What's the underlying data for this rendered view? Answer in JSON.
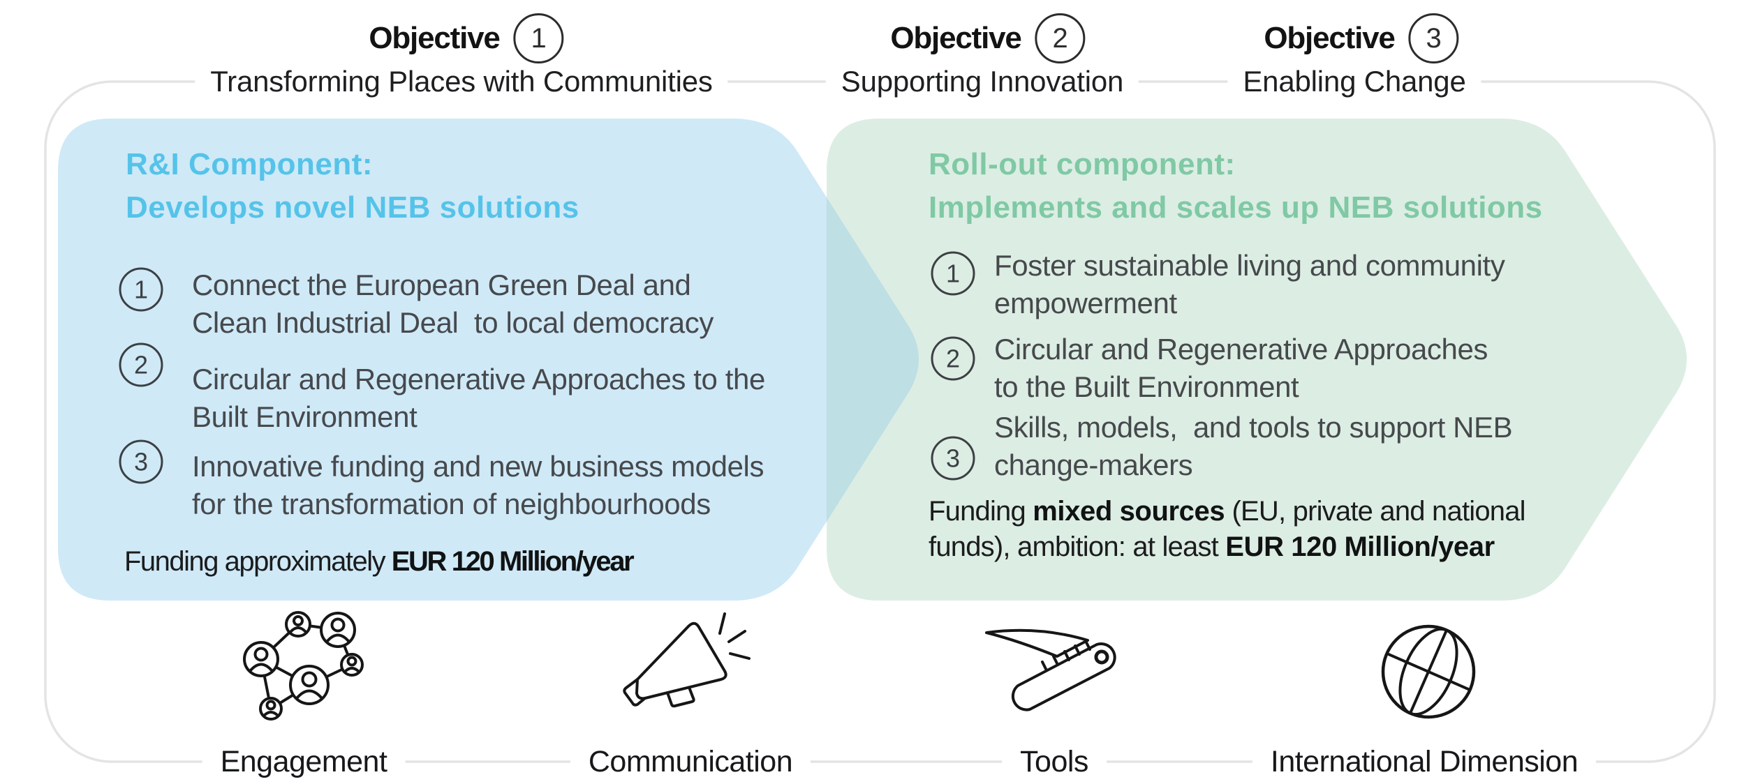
{
  "objectives": [
    {
      "label": "Objective",
      "number": "1",
      "subtitle": "Transforming Places with Communities"
    },
    {
      "label": "Objective",
      "number": "2",
      "subtitle": "Supporting Innovation"
    },
    {
      "label": "Objective",
      "number": "3",
      "subtitle": "Enabling Change"
    }
  ],
  "blue_box": {
    "heading_line1": "R&I Component:",
    "heading_line2": "Develops novel NEB solutions",
    "heading_color": "#55c3e9",
    "fill_color": "#cfe9f7",
    "items": [
      {
        "number": "1",
        "lines": [
          "Connect the European Green Deal and",
          "Clean Industrial Deal  to local democracy"
        ]
      },
      {
        "number": "2",
        "lines": [
          "Circular and Regenerative Approaches to the",
          "Built Environment"
        ]
      },
      {
        "number": "3",
        "lines": [
          "Innovative funding and new business models",
          "for the transformation of neighbourhoods"
        ]
      }
    ],
    "funding_prefix": "Funding approximately ",
    "funding_bold": "EUR 120 Million/year"
  },
  "green_box": {
    "heading_line1": "Roll-out component:",
    "heading_line2": "Implements and scales up NEB solutions",
    "heading_color": "#7fc9a4",
    "fill_color": "#dcede4",
    "overlap_color": "#bedfe3",
    "items": [
      {
        "number": "1",
        "lines": [
          "Foster sustainable living and community",
          "empowerment"
        ]
      },
      {
        "number": "2",
        "lines": [
          "Circular and Regenerative Approaches",
          "to the Built Environment"
        ]
      },
      {
        "number": "3",
        "lines": [
          "Skills, models,  and tools to support NEB",
          "change-makers"
        ]
      }
    ],
    "funding_line1_prefix": "Funding ",
    "funding_line1_bold": "mixed sources",
    "funding_line1_suffix": " (EU, private and national",
    "funding_line2_prefix": "funds), ambition: at least ",
    "funding_line2_bold": "EUR 120 Million/year"
  },
  "bottom_labels": [
    {
      "label": "Engagement",
      "icon": "people-network-icon"
    },
    {
      "label": "Communication",
      "icon": "megaphone-icon"
    },
    {
      "label": "Tools",
      "icon": "pocket-knife-icon"
    },
    {
      "label": "International Dimension",
      "icon": "globe-icon"
    }
  ]
}
